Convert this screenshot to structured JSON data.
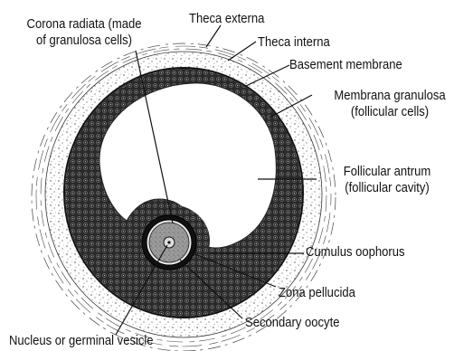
{
  "diagram": {
    "labels": {
      "corona_radiata": "Corona radiata (made\nof granulosa cells)",
      "theca_externa": "Theca externa",
      "theca_interna": "Theca interna",
      "basement_membrane": "Basement membrane",
      "membrana_granulosa": "Membrana granulosa\n(follicular cells)",
      "follicular_antrum": "Follicular antrum\n(follicular cavity)",
      "cumulus_oophorus": "Cumulus oophorus",
      "zona_pellucida": "Zona pellucida",
      "secondary_oocyte": "Secondary oocyte",
      "nucleus": "Nucleus or germinal vesicle"
    },
    "colors": {
      "ink": "#111111",
      "granulosa": "#2c2c2c",
      "cavity": "#ffffff",
      "theca": "#cfcfcf"
    }
  }
}
